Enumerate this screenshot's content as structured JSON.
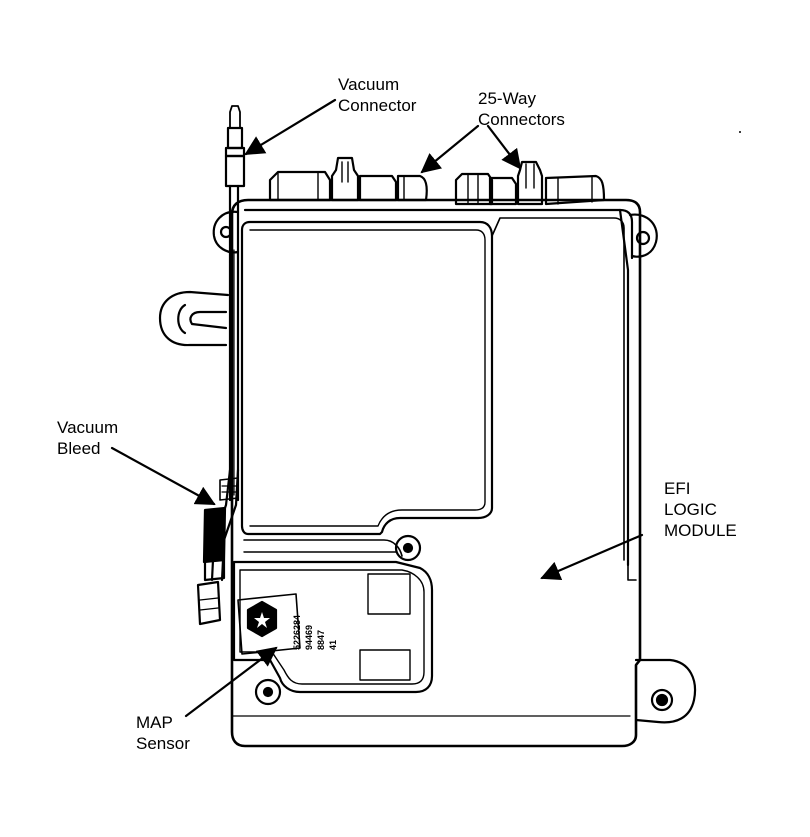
{
  "labels": {
    "vacuum_connector": [
      "Vacuum",
      "Connector"
    ],
    "way_connectors": [
      "25-Way",
      "Connectors"
    ],
    "vacuum_bleed": [
      "Vacuum",
      "Bleed"
    ],
    "efi_logic_module": [
      "EFI",
      "LOGIC",
      "MODULE"
    ],
    "map_sensor": [
      "MAP",
      "Sensor"
    ]
  },
  "sensor_print": [
    "5226284",
    "94469",
    "8847",
    "41"
  ],
  "colors": {
    "line": "#000000",
    "background": "#ffffff"
  }
}
